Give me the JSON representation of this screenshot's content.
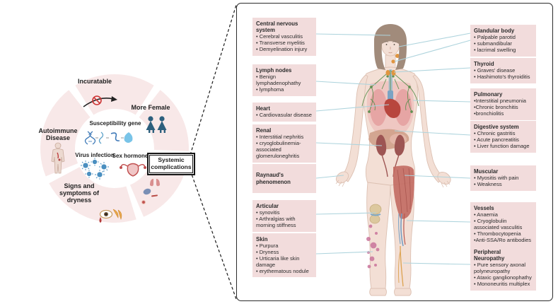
{
  "left_diagram": {
    "ring_labels": {
      "incuratable": "Incuratable",
      "more_female": "More Female",
      "autoimmune": "Autoimmune Disease",
      "dryness": "Signs and symptoms of dryness"
    },
    "center_labels": {
      "gene": "Susceptibility gene",
      "virus": "Virus infection",
      "hormone": "Sex hormone"
    },
    "systemic": "Systemic complications"
  },
  "panel": {
    "left_boxes": [
      {
        "title": "Central nervous system",
        "items": [
          "• Cerebral vasculitis",
          "• Transverse myelitis",
          "• Demyelination injury"
        ]
      },
      {
        "title": "Lymph nodes",
        "items": [
          "• Benign lymphadenophathy",
          "• lymphoma"
        ]
      },
      {
        "title": "Heart",
        "items": [
          "• Cardiovasular disease"
        ]
      },
      {
        "title": "Renal",
        "items": [
          "• Interstitial nephritis",
          "• cryoglobulinemia-associated glomeruloneghritis"
        ]
      },
      {
        "title": "Raynaud's phenomenon",
        "items": []
      },
      {
        "title": "Articular",
        "items": [
          "• synovitis",
          "• Arthralgias with morning stiffness"
        ]
      },
      {
        "title": "Skin",
        "items": [
          "• Purpura",
          "• Dryness",
          "• Urticaria like skin damage",
          "• erythematous nodule"
        ]
      }
    ],
    "right_boxes": [
      {
        "title": "Glandular body",
        "items": [
          "• Palpable parotid",
          "• submandibular",
          "• lacrimal swelling"
        ]
      },
      {
        "title": "Thyroid",
        "items": [
          "• Graves' disease",
          "• Hashimoto's thyroiditis"
        ]
      },
      {
        "title": "Pulmonary",
        "items": [
          "•Interstitial pneumonia",
          "•Chronic bronchitis",
          "•bronchiolitis"
        ]
      },
      {
        "title": "Digestive system",
        "items": [
          "• Chronic gastritis",
          "• Acute pancreatitis",
          "• Liver function damage"
        ]
      },
      {
        "title": "Muscular",
        "items": [
          "• Myositis with pain",
          "• Weakness"
        ]
      },
      {
        "title": "Vessels",
        "items": [
          "• Anaemia",
          "• Cryoglobulin associated vasculitis",
          "• Thrombocytopenia",
          "•Anti-SSA/Ro antibodies"
        ]
      },
      {
        "title": "Peripheral Neuropathy",
        "items": [
          "• Pure sensory axonal polyneuropathy",
          "• Ataxic ganglionophathy",
          "• Mononeuritis multiplex"
        ]
      }
    ]
  },
  "colors": {
    "ring_segment": "#f8e8e8",
    "box_pink": "#f2dcdc",
    "connector_blue": "#aed4dd",
    "female_icon": "#2d5f7d",
    "virus_blue": "#4a8fc0",
    "uterus_red": "#c05050",
    "skin_tone": "#f3dfd5",
    "hair_brown": "#a18b7b"
  }
}
